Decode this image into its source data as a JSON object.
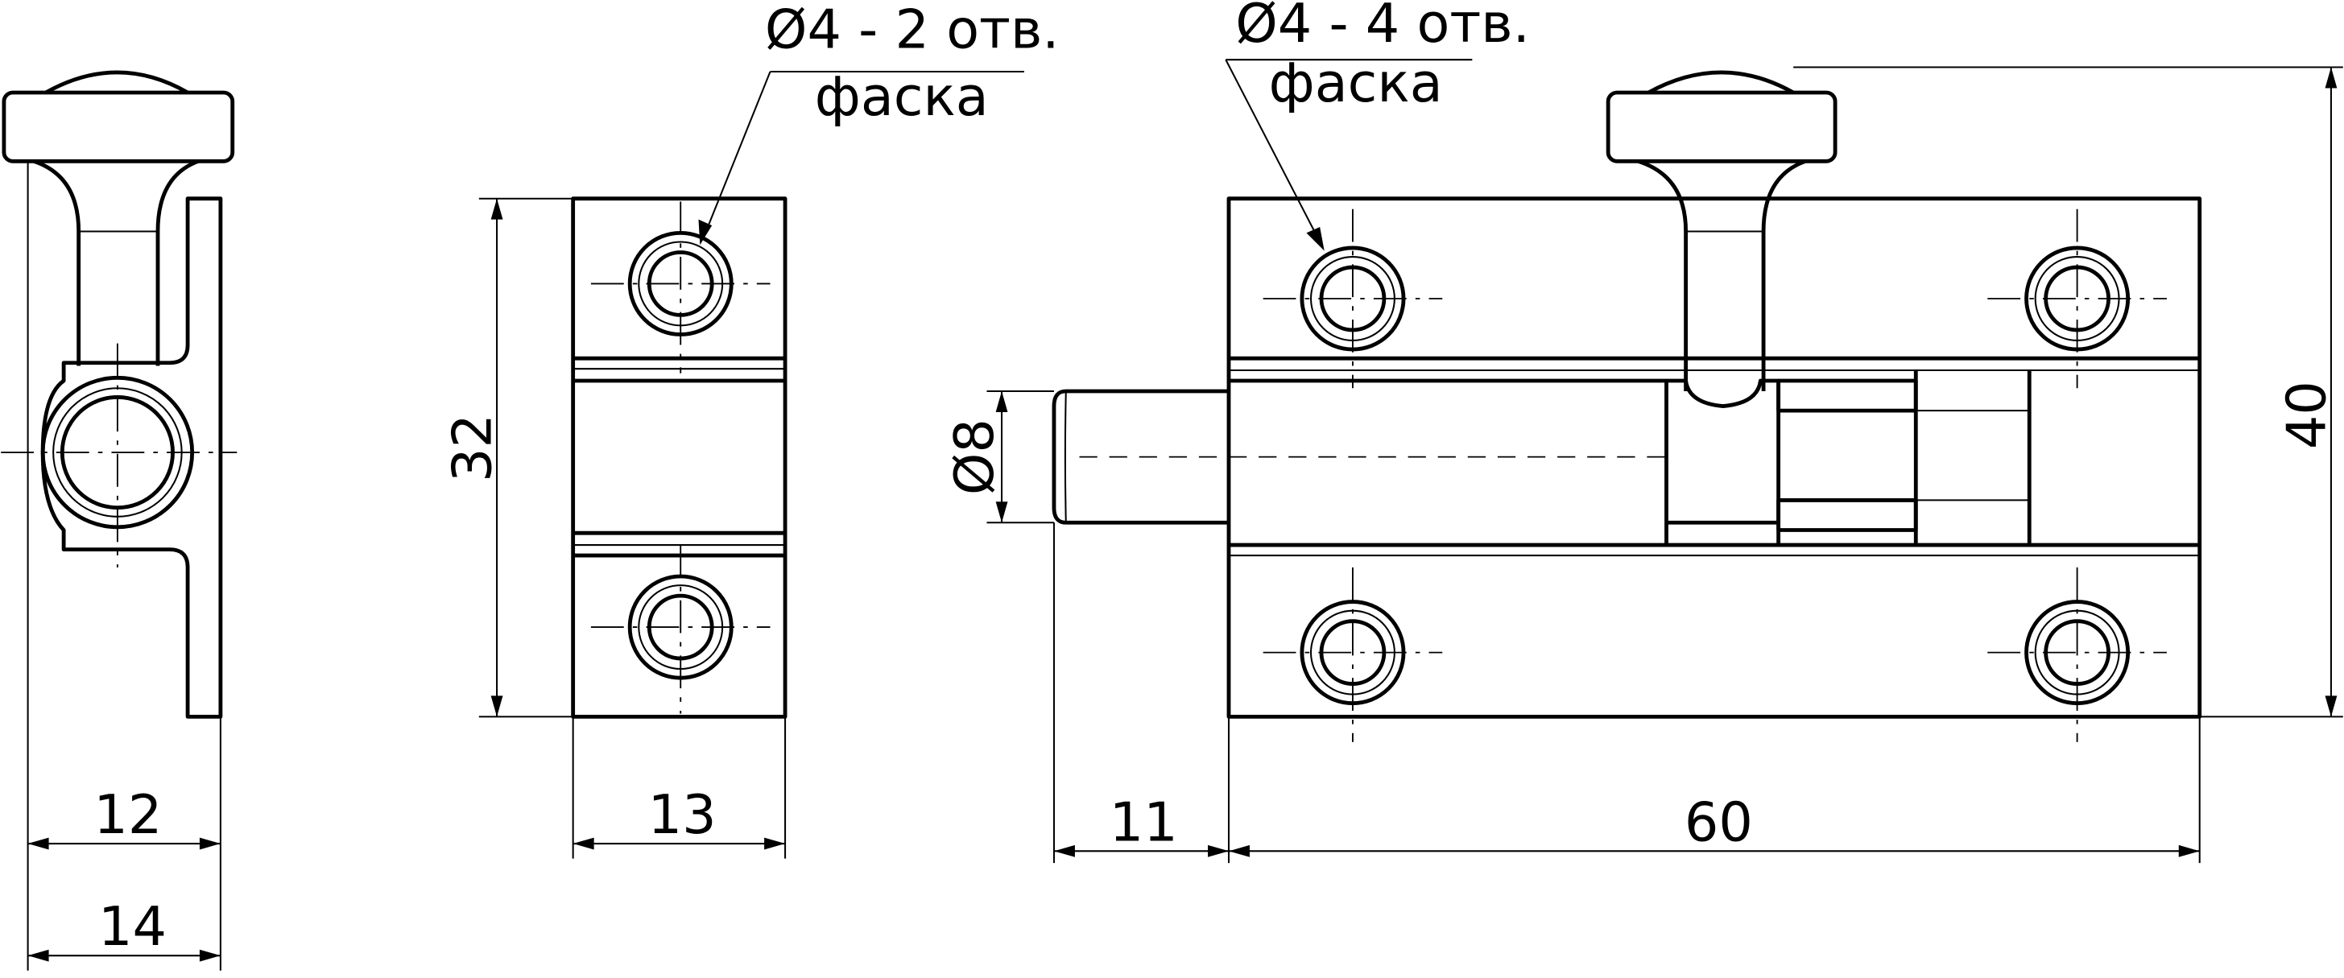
{
  "notes": {
    "holes_side": "Ø4 - 2 отв.",
    "chamfer_side": "фаска",
    "holes_front": "Ø4 - 4 отв.",
    "chamfer_front": "фаска"
  },
  "dimensions": {
    "side_width_plate": "12",
    "side_width_total": "14",
    "side_height": "32",
    "side_view_width": "13",
    "pin_diameter": "Ø8",
    "pin_length": "11",
    "body_length": "60",
    "total_height": "40"
  }
}
